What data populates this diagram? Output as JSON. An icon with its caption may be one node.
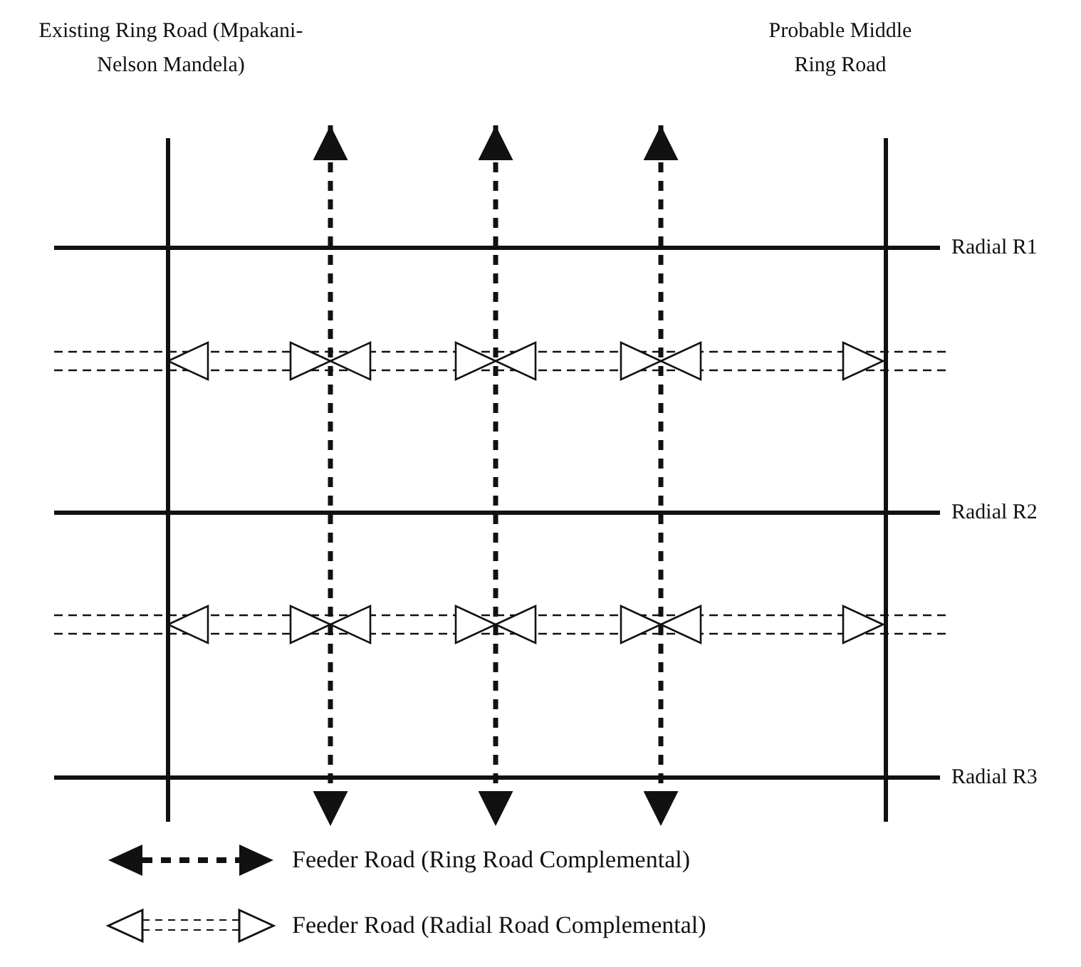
{
  "diagram": {
    "labels": [
      "Existing Ring Road (Mpakani-Nelson Mandela)",
      "Probable Middle Ring Road",
      "Radial R1",
      "Radial R2",
      "Radial R3"
    ],
    "legend": [
      {
        "text": "Feeder Road (Ring Road Complemental)"
      },
      {
        "text": "Feeder Road (Radial Road Complemental)"
      }
    ]
  }
}
